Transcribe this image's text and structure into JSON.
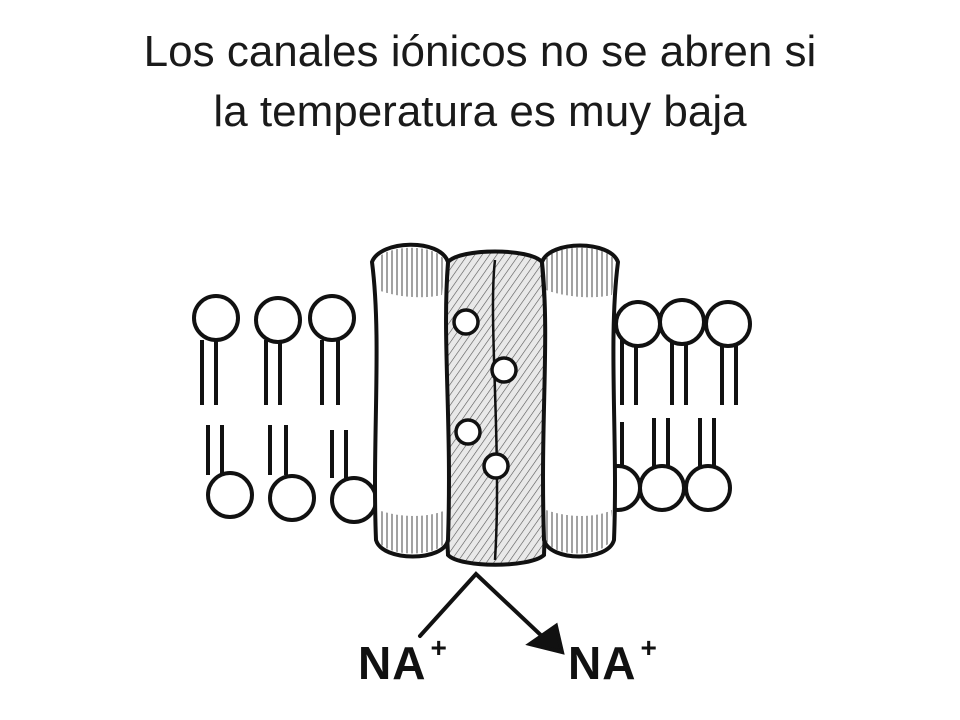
{
  "slide": {
    "title_line1": "Los canales iónicos no se abren si",
    "title_line2": "la temperatura es muy baja"
  },
  "diagram": {
    "ion_left": "NA",
    "ion_left_charge": "+",
    "ion_right": "NA",
    "ion_right_charge": "+",
    "ink_color": "#111111",
    "background_color": "#ffffff"
  }
}
